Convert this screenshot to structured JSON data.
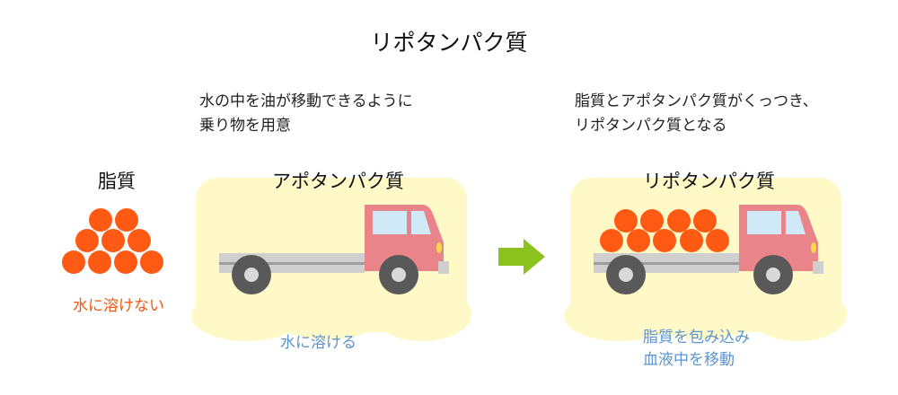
{
  "title": "リポタンパク質",
  "lipid": {
    "label": "脂質",
    "note": "水に溶けない"
  },
  "apoprotein": {
    "caption_line1": "水の中を油が移動できるように",
    "caption_line2": "乗り物を用意",
    "truck_label": "アポタンパク質",
    "note": "水に溶ける"
  },
  "lipoprotein": {
    "caption_line1": "脂質とアポタンパク質がくっつき、",
    "caption_line2": "リポタンパク質となる",
    "truck_label": "リポタンパク質",
    "note_line1": "脂質を包み込み",
    "note_line2": "血液中を移動"
  },
  "colors": {
    "lipid_orange": "#ff5a14",
    "blob_yellow": "#fff8c7",
    "cab_pink": "#e8848a",
    "window_blue": "#cfeaf6",
    "arrow_green": "#8cc21e",
    "note_blue": "#5b94cf",
    "note_orange": "#ee5a14"
  }
}
